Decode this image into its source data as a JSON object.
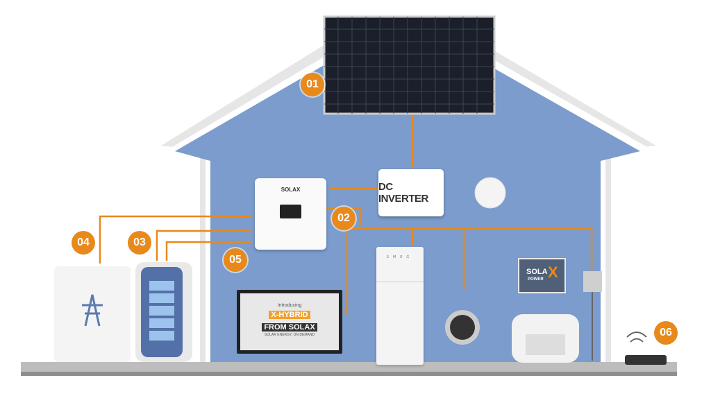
{
  "labels": {
    "b1": "01",
    "b2": "02",
    "b3": "03",
    "b4": "04",
    "b5": "05",
    "b6": "06"
  },
  "dc_inverter": "DC INVERTER",
  "inverter_brand": "SOLAX",
  "fridge_brand": "SMEG",
  "tv": {
    "line1": "Introducing",
    "line2": "X-HYBRID",
    "line3": "FROM SOLAX",
    "line4": "SOLAR ENERGY, ON DEMAND"
  },
  "sign": {
    "brand": "SOLA",
    "x": "X",
    "sub": "POWER"
  },
  "colors": {
    "accent": "#e8891c",
    "wall": "#7b9ccc",
    "outline": "#ffffff"
  }
}
